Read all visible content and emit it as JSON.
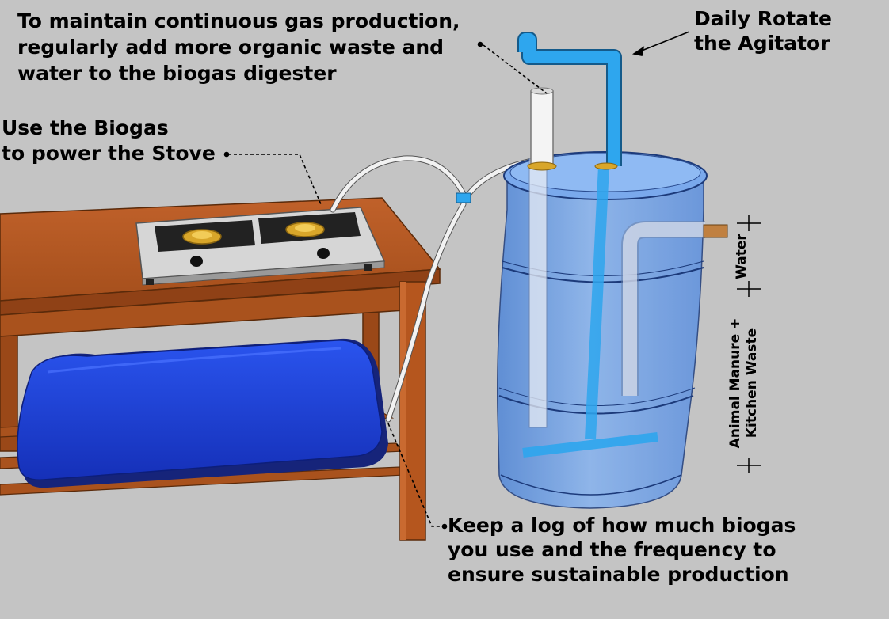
{
  "labels": {
    "add_waste": [
      "To maintain continuous gas production,",
      "regularly add more organic waste and",
      "water to the biogas digester"
    ],
    "rotate": [
      "Daily Rotate",
      "the Agitator"
    ],
    "stove": [
      "Use the Biogas",
      "to power the Stove"
    ],
    "log": [
      "Keep a log of how much biogas",
      "you use and the frequency to",
      "ensure sustainable production"
    ],
    "water": "Water",
    "manure": [
      "Animal Manure +",
      "Kitchen Waste"
    ]
  },
  "colors": {
    "background": "#c4c4c4",
    "wood": "#b5561e",
    "barrel": "#6f9fe6",
    "pipe_blue": "#2ea6ee",
    "bag": "#1f3fd6",
    "stove_steel": "#cfcfcf",
    "burner_brass": "#d8a62a",
    "hose": "#f2f2f2"
  }
}
